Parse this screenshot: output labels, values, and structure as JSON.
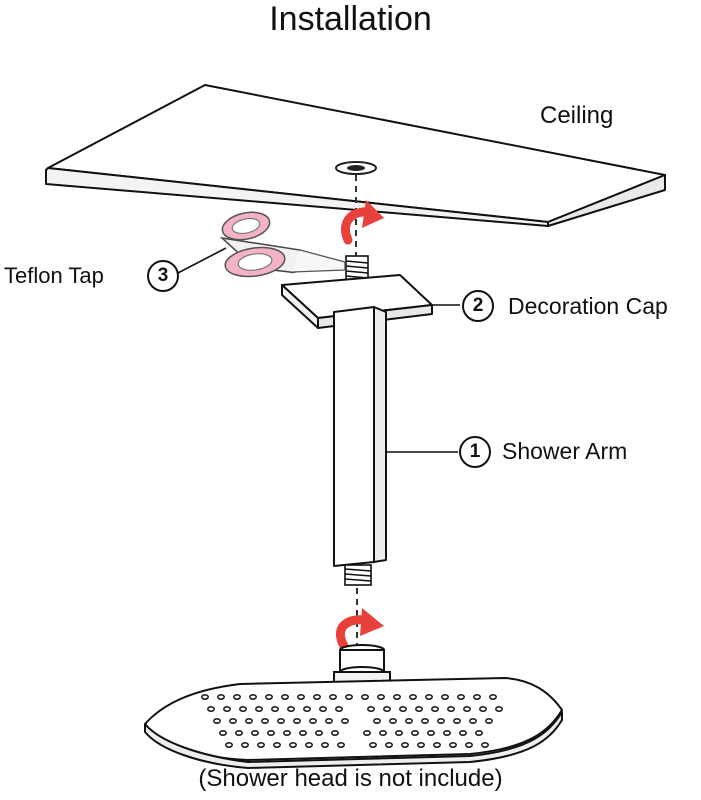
{
  "title": "Installation",
  "labels": {
    "ceiling": "Ceiling",
    "teflon_tape": {
      "number": "3",
      "text": "Teflon Tap"
    },
    "decoration_cap": {
      "number": "2",
      "text": "Decoration Cap"
    },
    "shower_arm": {
      "number": "1",
      "text": "Shower Arm"
    },
    "note": "(Shower head is not include)"
  },
  "colors": {
    "line": "#111111",
    "arrow": "#e8403a",
    "tape": "#f4b3c5"
  }
}
